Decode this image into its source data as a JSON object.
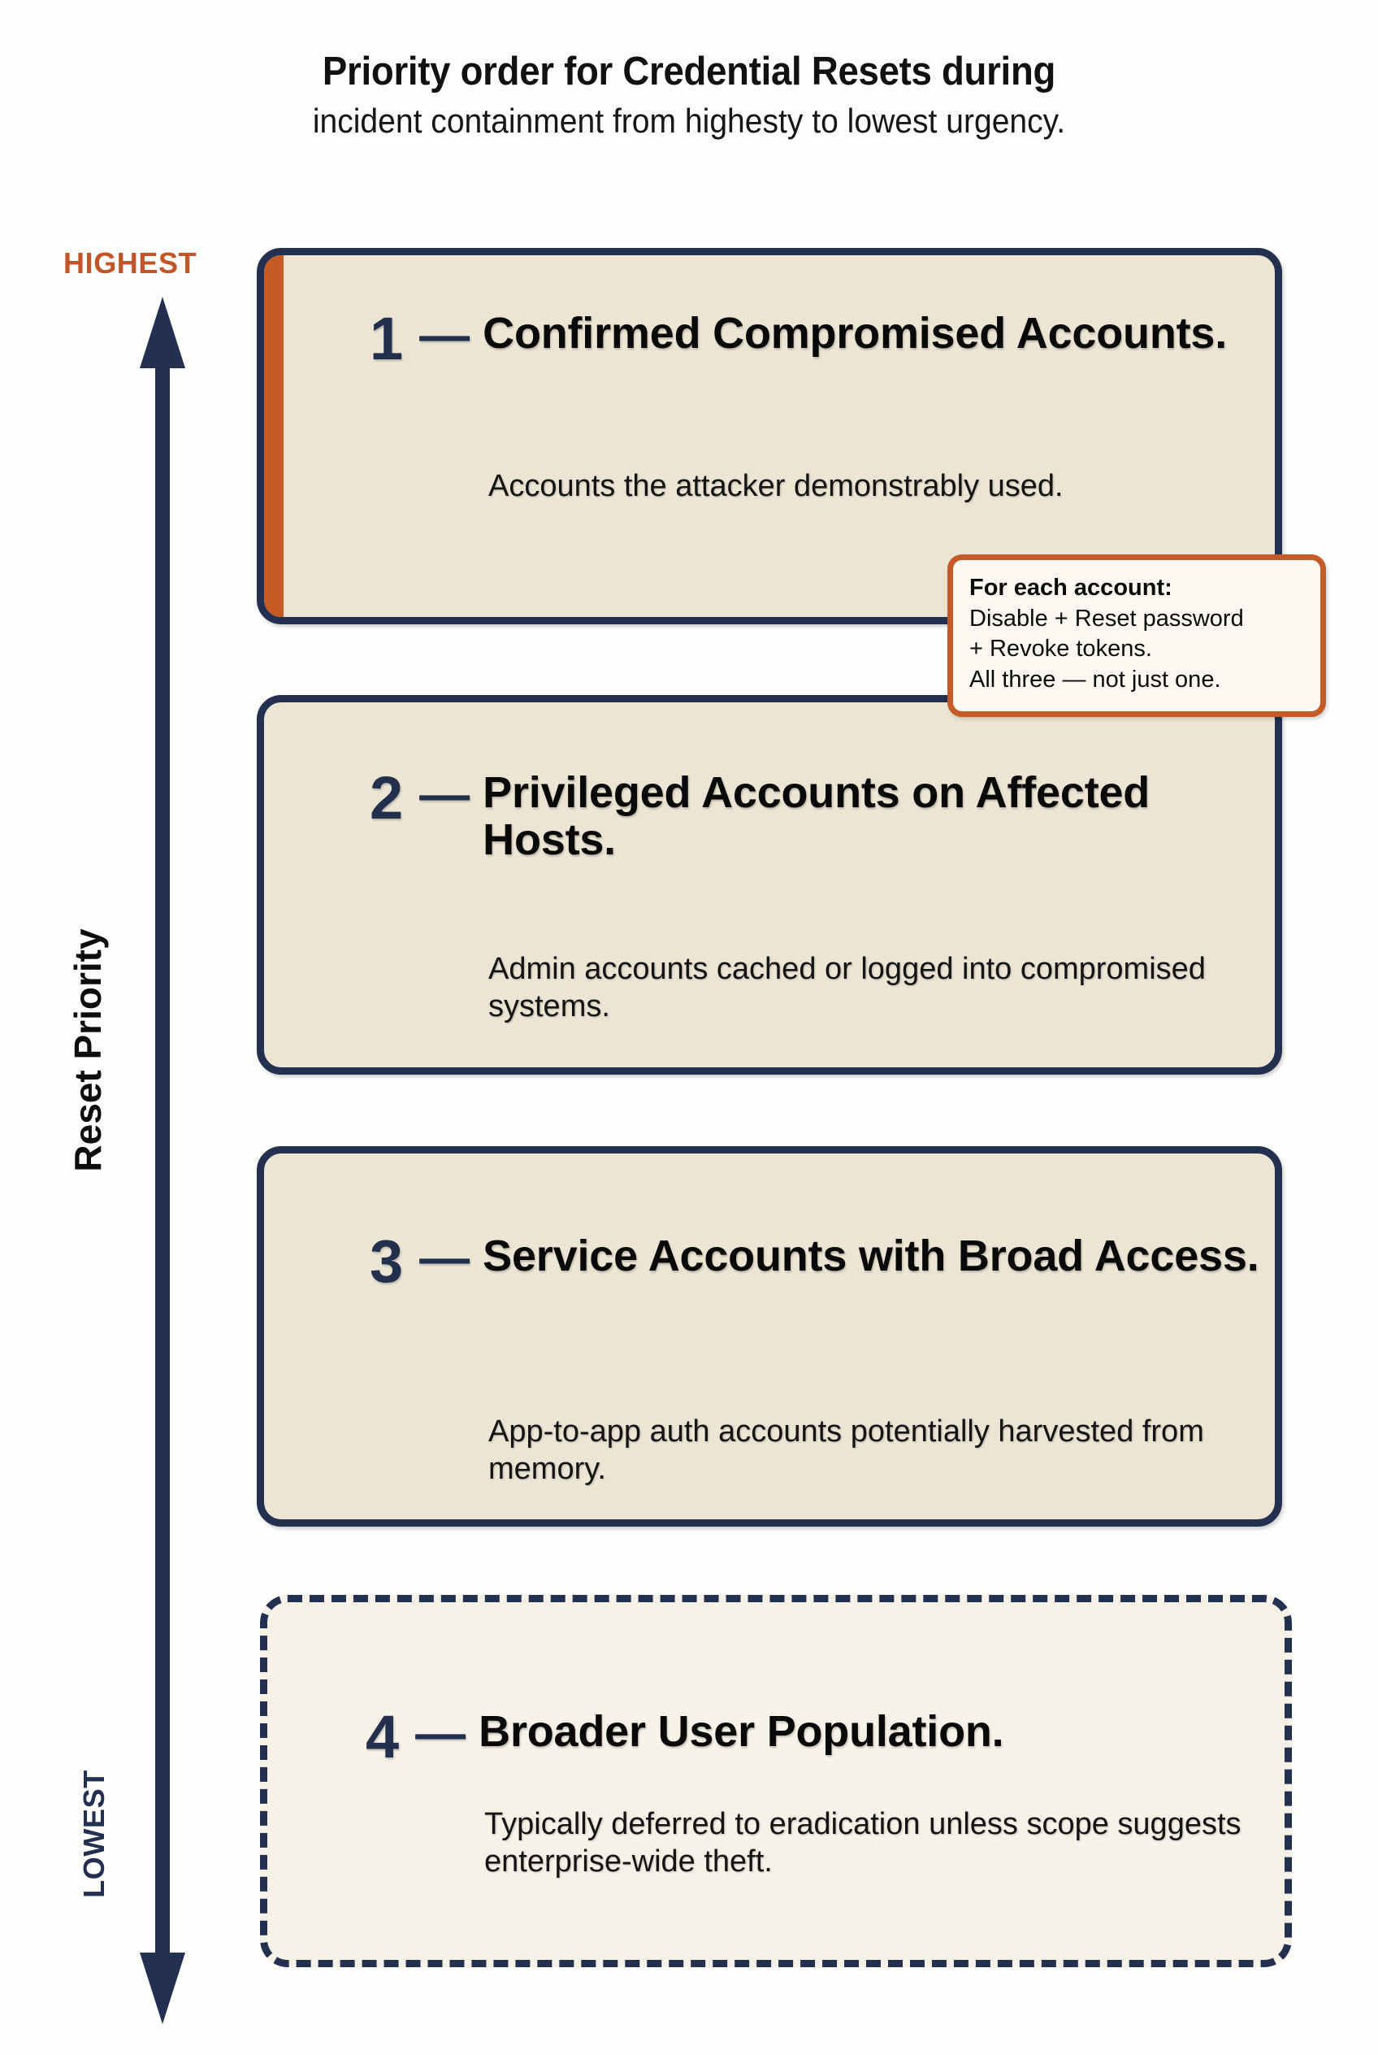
{
  "header": {
    "title_line1": "Priority order for Credential Resets during",
    "title_line2": "incident containment from highesty to lowest urgency."
  },
  "axis": {
    "highest_label": "HIGHEST",
    "lowest_label": "LOWEST",
    "name": "Reset Priority",
    "arrow_icon": "double-headed-vertical-arrow",
    "highest_color": "#c0552a",
    "lowest_color": "#23304f",
    "arrow_color": "#23304f"
  },
  "theme": {
    "card_fill": "#ece5d4",
    "card_border": "#23304f",
    "accent_orange": "#c55a25",
    "number_color": "#22304e",
    "callout_border": "#c45b28",
    "callout_fill": "#fbf8f2",
    "page_background": "#fdfdfc"
  },
  "cards": [
    {
      "number": "1",
      "dash": "—",
      "title": "Confirmed Compromised Accounts.",
      "description": "Accounts the attacker demonstrably used.",
      "has_accent_bar": true,
      "border_style": "solid"
    },
    {
      "number": "2",
      "dash": "—",
      "title": "Privileged Accounts on Affected Hosts.",
      "description": "Admin accounts cached or logged into compromised systems.",
      "has_accent_bar": false,
      "border_style": "solid"
    },
    {
      "number": "3",
      "dash": "—",
      "title": "Service Accounts with Broad Access.",
      "description": "App-to-app auth accounts potentially harvested from memory.",
      "has_accent_bar": false,
      "border_style": "solid"
    },
    {
      "number": "4",
      "dash": "—",
      "title": "Broader User Population.",
      "description": "Typically deferred to eradication unless scope suggests enterprise-wide theft.",
      "has_accent_bar": false,
      "border_style": "dashed"
    }
  ],
  "callout": {
    "heading": "For each account:",
    "line2": "Disable + Reset password",
    "line3": "+ Revoke tokens.",
    "line4": "All three — not just one."
  }
}
